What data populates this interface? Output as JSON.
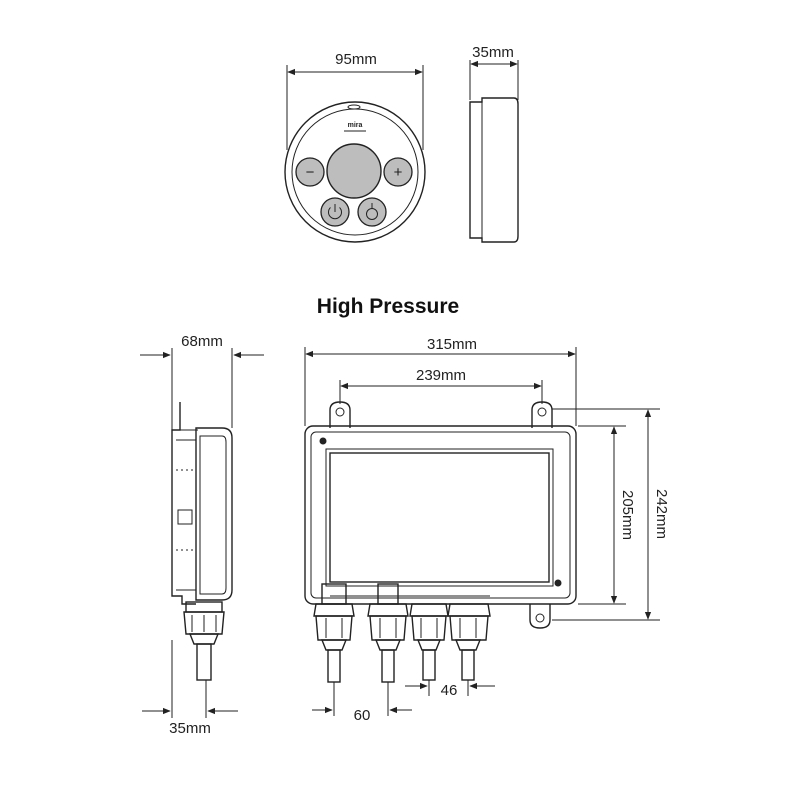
{
  "title": "High Pressure",
  "brand": "mira",
  "dimensions": {
    "control_width": "95mm",
    "control_depth": "35mm",
    "side_depth": "68mm",
    "box_width": "315mm",
    "bracket_spacing": "239mm",
    "box_height": "205mm",
    "overall_height": "242mm",
    "pipe_offset": "35mm",
    "pipe_spacing_1": "60",
    "pipe_spacing_2": "46"
  },
  "buttons": {
    "minus": "−",
    "plus": "+"
  }
}
